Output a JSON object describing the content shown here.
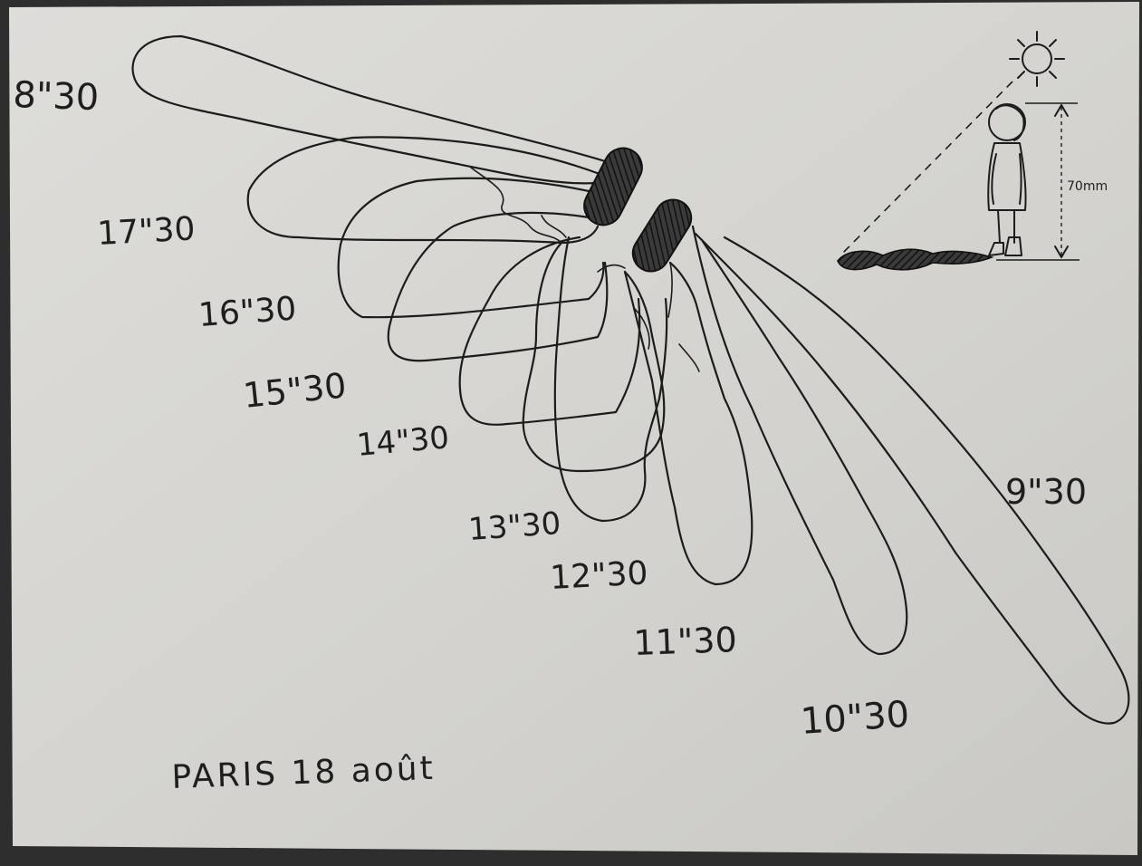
{
  "drawing": {
    "caption": "PARIS 18 août",
    "height_label": "70mm",
    "paper_color": "#d4d3cf",
    "ink_color": "#1c1c1c",
    "hour_labels": {
      "h0830": "8\"30",
      "h0930": "9\"30",
      "h1030": "10\"30",
      "h1130": "11\"30",
      "h1230": "12\"30",
      "h1330": "13\"30",
      "h1430": "14\"30",
      "h1530": "15\"30",
      "h1630": "16\"30",
      "h1730": "17\"30"
    },
    "icons": [
      "sun-icon",
      "person-figure-icon",
      "height-arrow-icon"
    ]
  }
}
